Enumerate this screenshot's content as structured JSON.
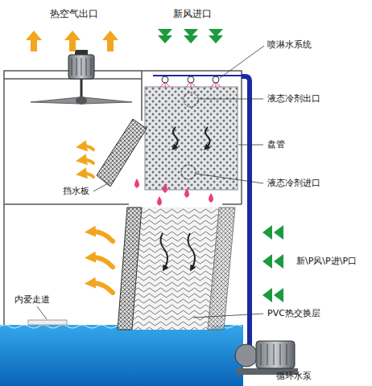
{
  "diagram": {
    "labels": [
      "热空气出口",
      "新风进口",
      "喷淋水系统",
      "液态冷剂出口",
      "盘管",
      "液态冷剂进口",
      "挡水板",
      "新\\P风\\P进\\P口",
      "PVC热交换层",
      "内爱走道",
      "循环水泵"
    ]
  }
}
